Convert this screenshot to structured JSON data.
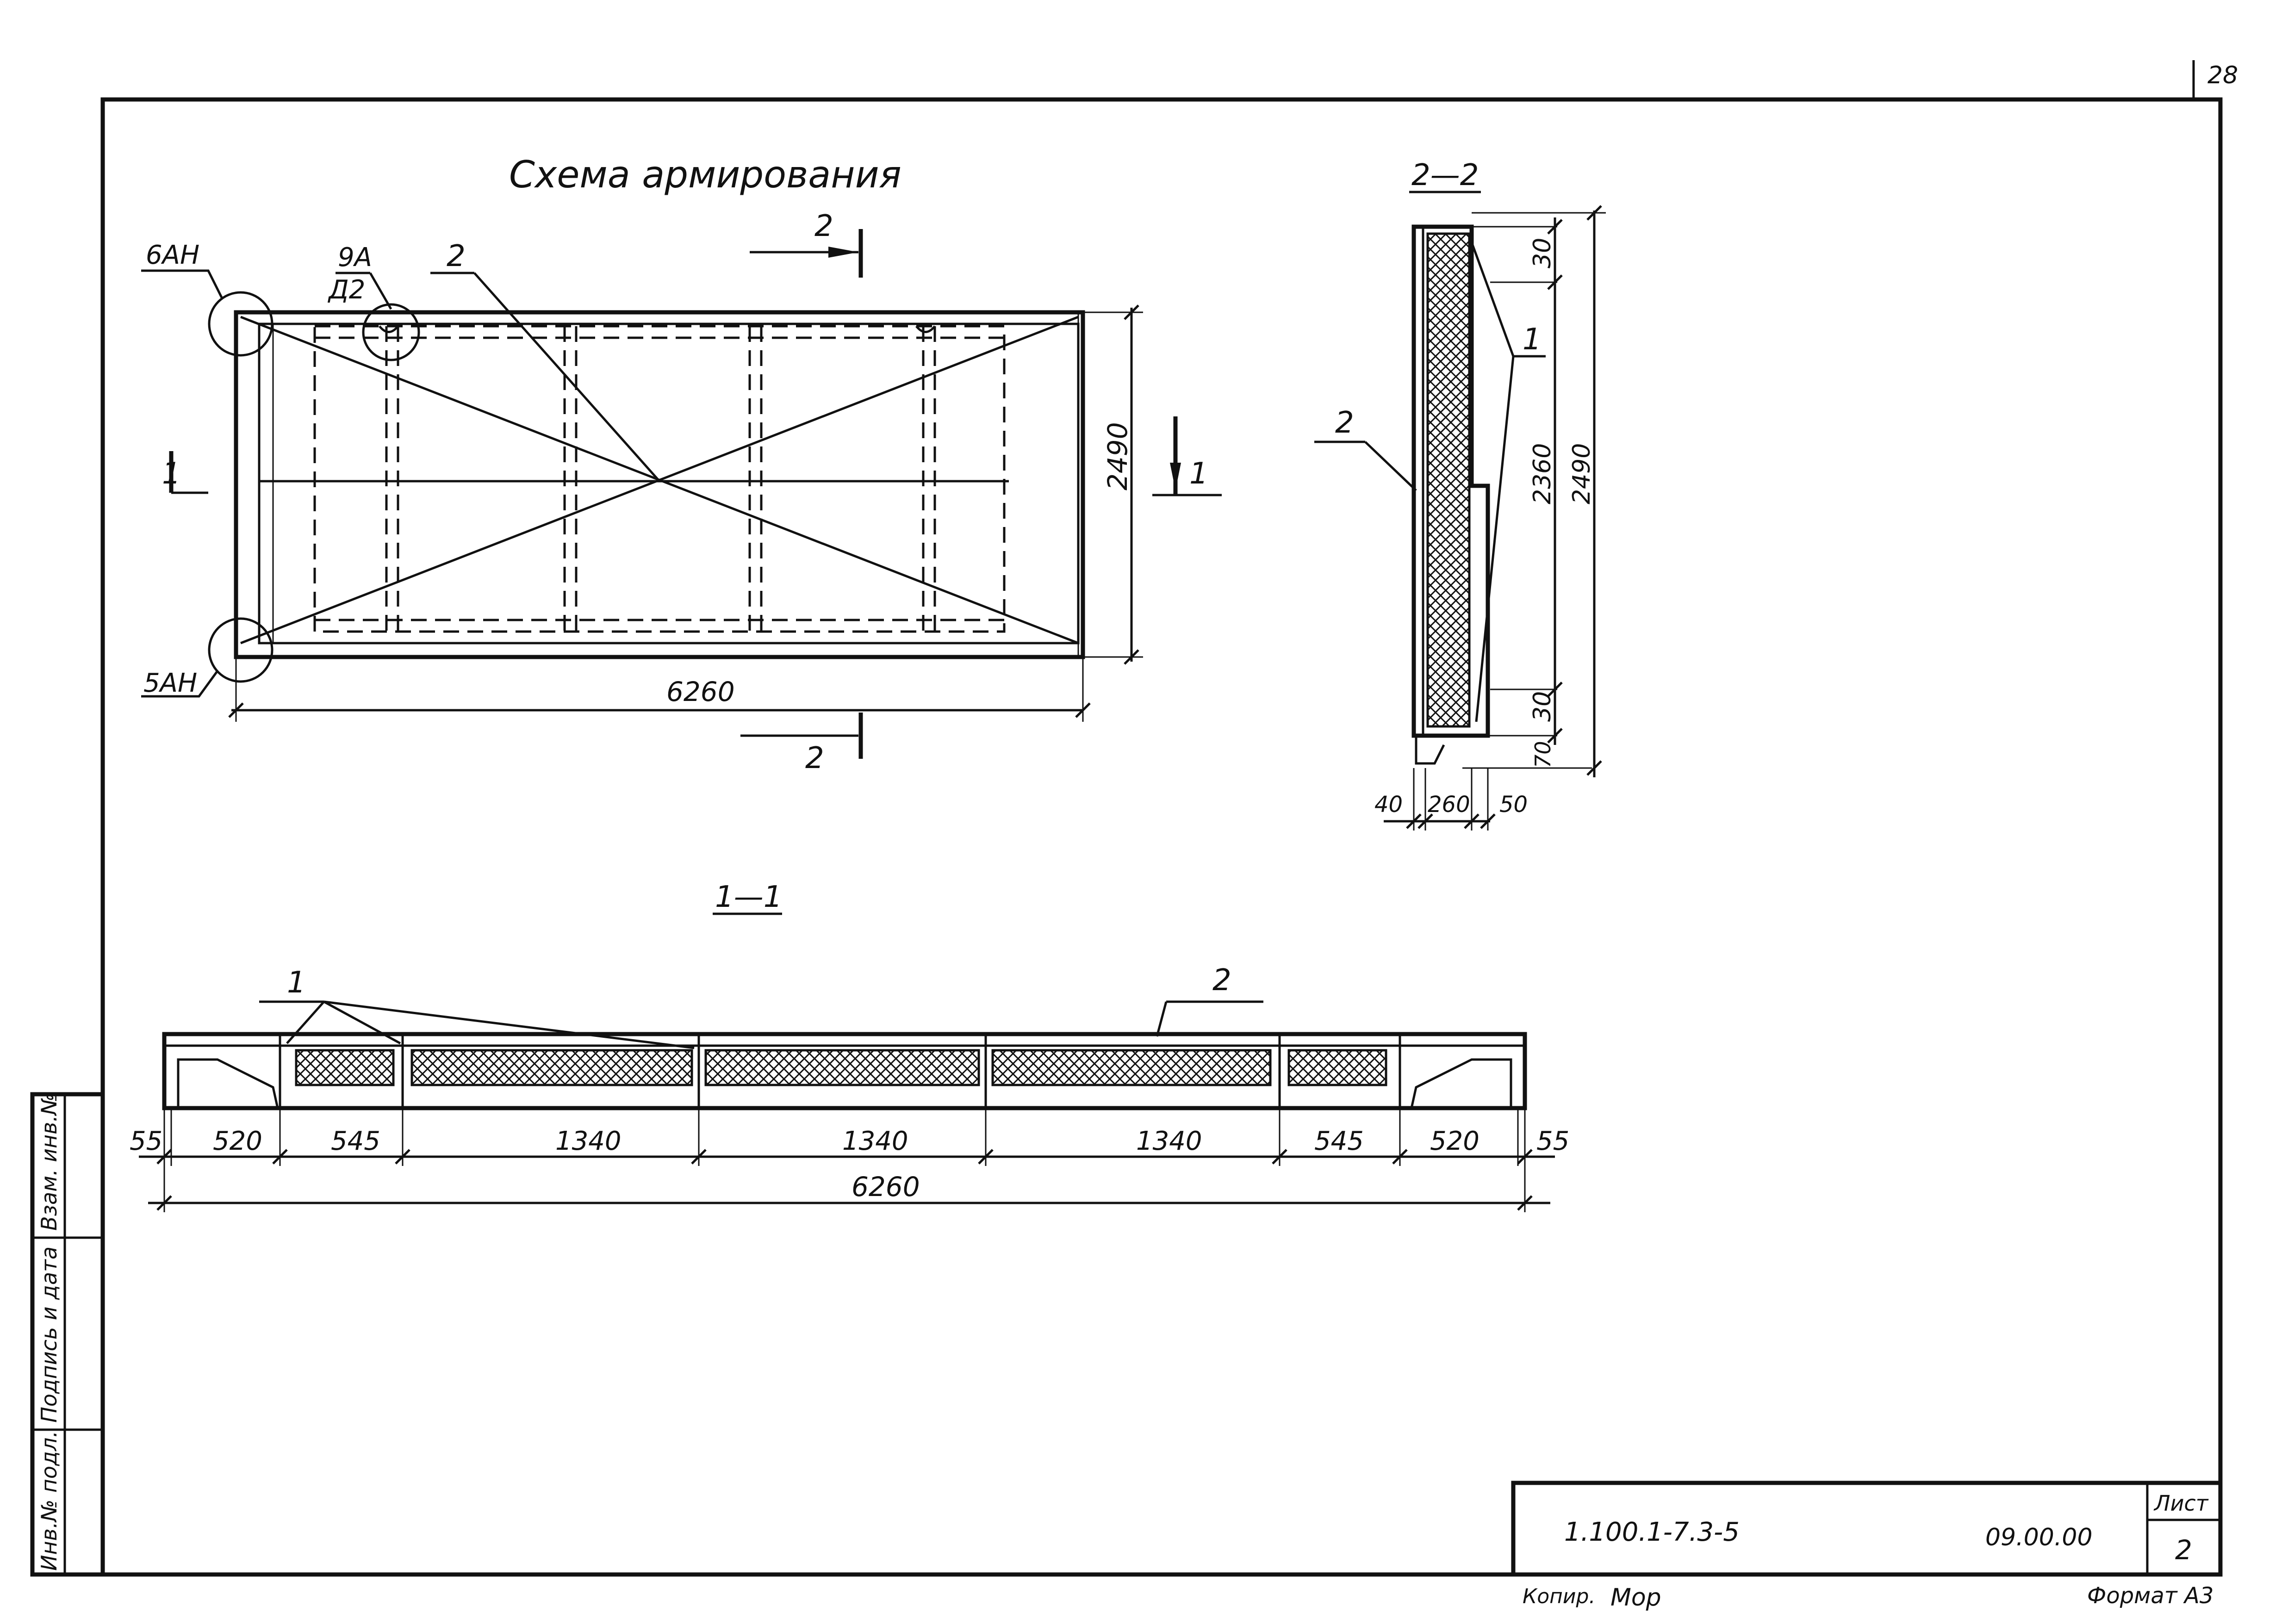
{
  "page_number": "28",
  "plan": {
    "title": "Схема армирования",
    "section_mark": "2",
    "side_mark": "1",
    "dim_length": "6260",
    "dim_width": "2490",
    "callout_6an": "6АН",
    "callout_5an": "5АН",
    "callout_9a": "9А",
    "callout_d2": "Д2",
    "leader_2": "2"
  },
  "section_22": {
    "title": "2—2",
    "dim_total": "2490",
    "dim_middle": "2360",
    "dim_top": "30",
    "dim_bottom": "30",
    "dim_foot": "70",
    "dim_w1": "40",
    "dim_w2": "260",
    "dim_w3": "50",
    "leader_1": "1",
    "leader_2": "2"
  },
  "section_11": {
    "title": "1—1",
    "leader_1": "1",
    "leader_2": "2",
    "segments": [
      "55",
      "520",
      "545",
      "1340",
      "1340",
      "1340",
      "545",
      "520",
      "55"
    ],
    "total": "6260"
  },
  "stamp": {
    "code": "1.100.1-7.3-5",
    "number": "09.00.00",
    "sheet_label": "Лист",
    "sheet_no": "2",
    "copied": "Копир.",
    "signature": "Мор",
    "format": "Формат А3"
  },
  "sidebar": {
    "inv_podl": "Инв.№ подл.",
    "podpis": "Подпись и дата",
    "vzam": "Взам. инв.№"
  }
}
